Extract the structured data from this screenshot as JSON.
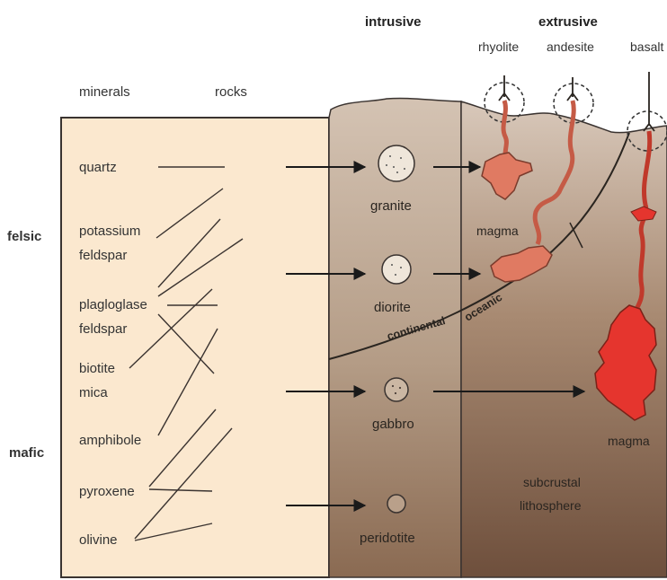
{
  "headers": {
    "intrusive": "intrusive",
    "extrusive": "extrusive",
    "minerals": "minerals",
    "rocks": "rocks"
  },
  "classes": {
    "felsic": "felsic",
    "mafic": "mafic"
  },
  "minerals": {
    "quartz": "quartz",
    "potassium_1": "potassium",
    "potassium_2": "feldspar",
    "plagioclase_1": "plagloglase",
    "plagioclase_2": "feldspar",
    "biotite_1": "biotite",
    "biotite_2": "mica",
    "amphibole": "amphibole",
    "pyroxene": "pyroxene",
    "olivine": "olivine"
  },
  "intrusive_rocks": {
    "granite": "granite",
    "diorite": "diorite",
    "gabbro": "gabbro",
    "peridotite": "peridotite"
  },
  "extrusive_rocks": {
    "rhyolite": "rhyolite",
    "andesite": "andesite",
    "basalt": "basalt"
  },
  "crust": {
    "continental": "continental",
    "oceanic": "oceanic",
    "magma_upper": "magma",
    "magma_lower": "magma",
    "subcrustal_1": "subcrustal",
    "subcrustal_2": "lithosphere"
  },
  "colors": {
    "mineral_panel": "#fbe8cf",
    "intrusive_panel": "#c9b3a0",
    "deep_earth": "#7a5a46",
    "magma_light": "#e07a62",
    "magma_bright": "#e5352e",
    "outline": "#3a3330"
  }
}
